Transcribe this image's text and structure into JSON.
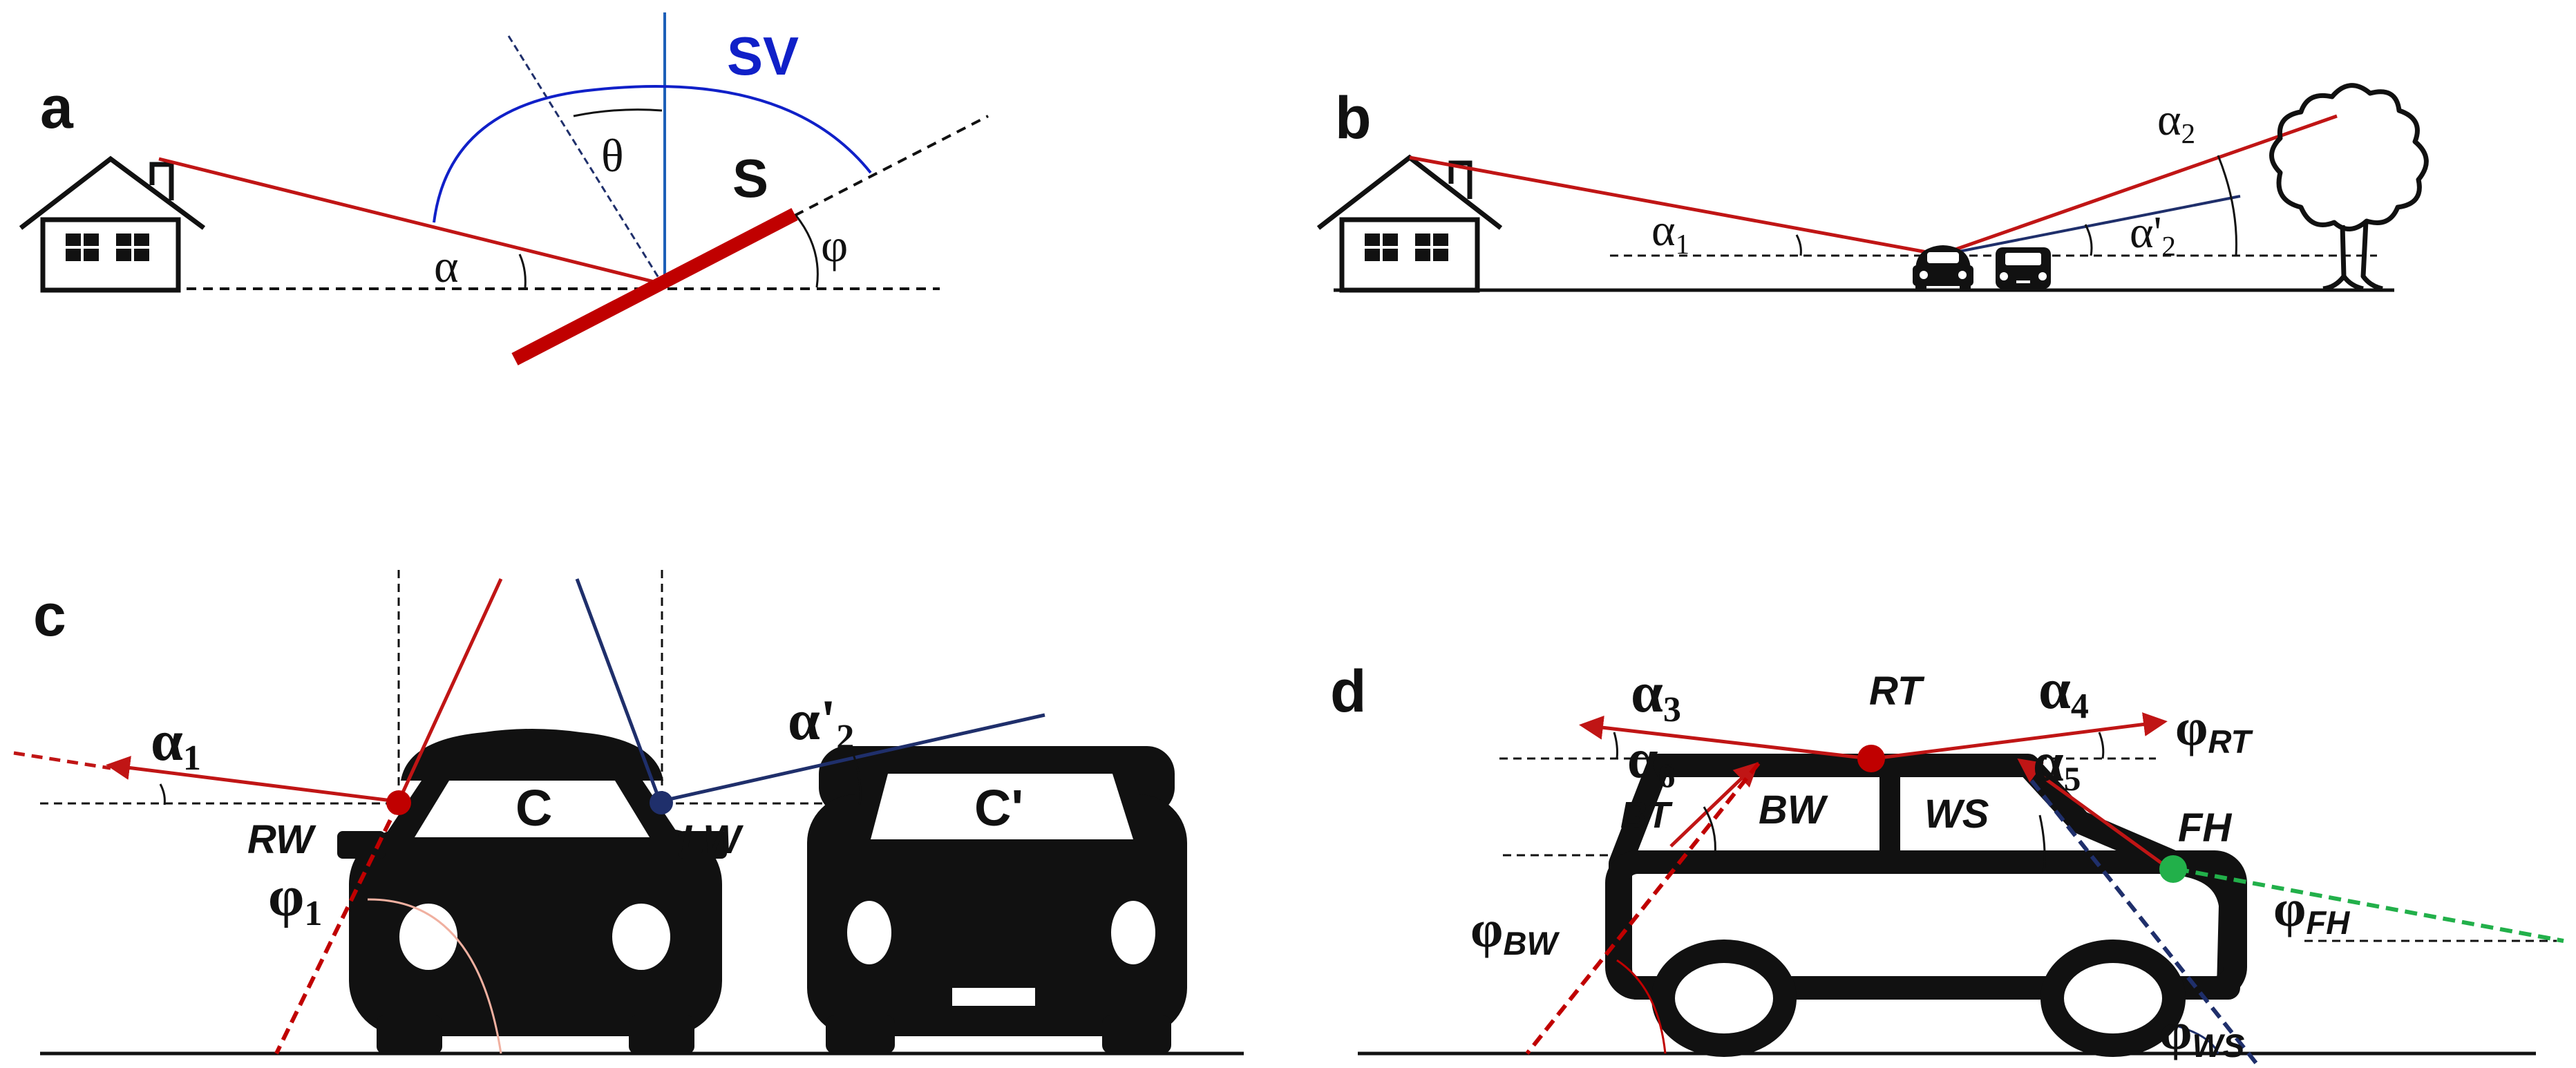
{
  "panels": {
    "a": {
      "letter": "a",
      "label_sv": "SV",
      "label_theta": "θ",
      "label_s": "S",
      "label_alpha": "α",
      "label_phi": "φ"
    },
    "b": {
      "letter": "b",
      "label_alpha1": "α",
      "label_alpha1_sub": "1",
      "label_alpha2": "α",
      "label_alpha2_sub": "2",
      "label_alpha2p": "α'",
      "label_alpha2p_sub": "2"
    },
    "c": {
      "letter": "c",
      "label_alpha1": "α",
      "label_alpha1_sub": "1",
      "label_alpha2p": "α'",
      "label_alpha2p_sub": "2",
      "label_rw": "RW",
      "label_lw": "LW",
      "label_c": "C",
      "label_cp": "C'",
      "label_phi1": "φ",
      "label_phi1_sub": "1"
    },
    "d": {
      "letter": "d",
      "label_alpha3": "α",
      "label_alpha3_sub": "3",
      "label_alpha4": "α",
      "label_alpha4_sub": "4",
      "label_alpha5": "α",
      "label_alpha5_sub": "5",
      "label_alpha6": "α",
      "label_alpha6_sub": "6",
      "label_rt": "RT",
      "label_bt": "BT",
      "label_bw": "BW",
      "label_ws": "WS",
      "label_fh": "FH",
      "label_phi_rt": "φ",
      "label_phi_rt_sub": "RT",
      "label_phi_bw": "φ",
      "label_phi_bw_sub": "BW",
      "label_phi_fh": "φ",
      "label_phi_fh_sub": "FH",
      "label_phi_ws": "φ",
      "label_phi_ws_sub": "WS"
    }
  },
  "colors": {
    "red": "#c01515",
    "dark_red": "#c00000",
    "blue": "#1020c8",
    "navy": "#1f2f6b",
    "green": "#22b04a",
    "grey": "#777777",
    "black": "#111111"
  }
}
